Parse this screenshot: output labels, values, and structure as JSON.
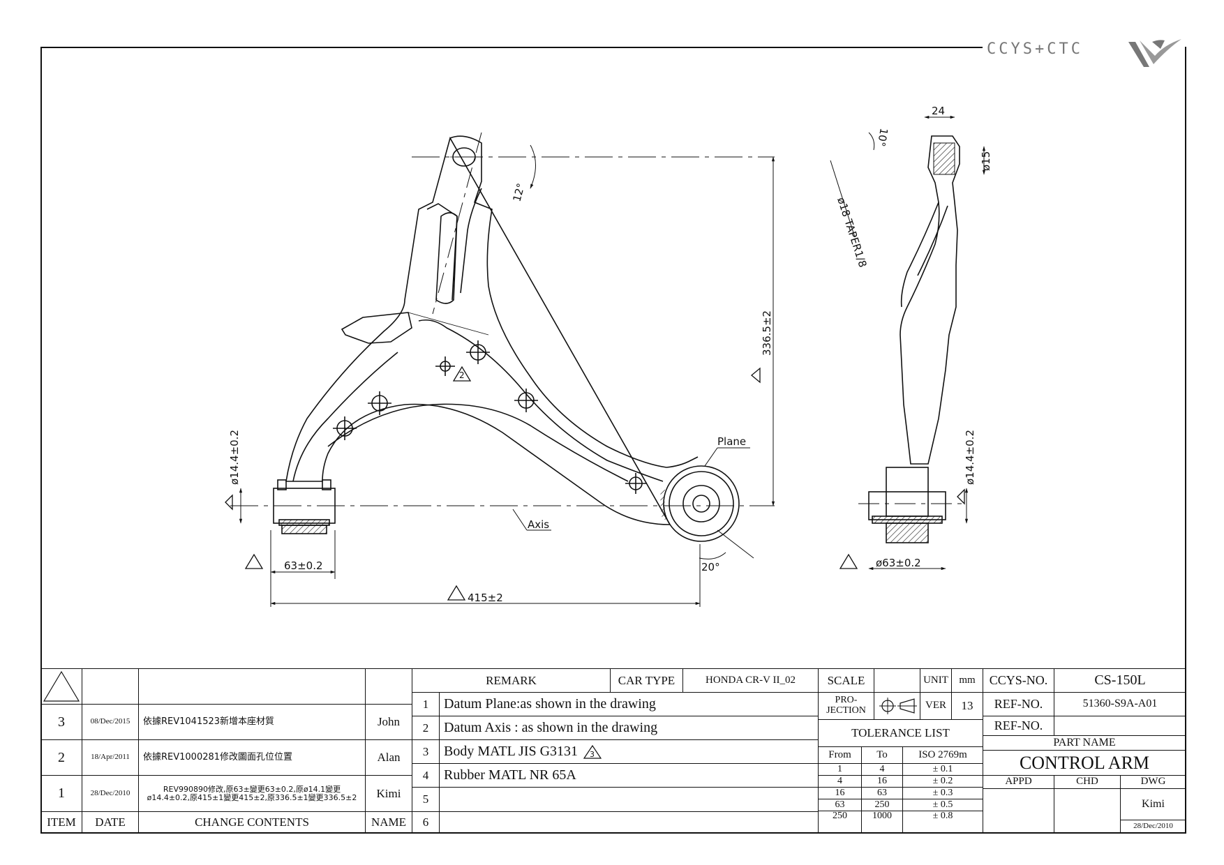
{
  "brand": {
    "logo_text": "CCYS+CTC"
  },
  "drawing": {
    "dims": {
      "d_63": "63±0.2",
      "d_415": "415±2",
      "d_336": "336.5±2",
      "d_144_left": "ø14.4±0.2",
      "d_144_right": "ø14.4±0.2",
      "d_63_dia": "ø63±0.2",
      "d_24": "24",
      "d_15": "ø15",
      "taper": "ø18 TAPER1/8",
      "angle_12": "12°",
      "angle_10": "10°",
      "angle_20": "20°",
      "plane": "Plane",
      "axis": "Axis",
      "rev_mark": "2"
    }
  },
  "titleblock": {
    "revisions": [
      {
        "item": "3",
        "date": "08/Dec/2015",
        "contents": "依據REV1041523新增本座材質",
        "name": "John"
      },
      {
        "item": "2",
        "date": "18/Apr/2011",
        "contents": "依據REV1000281修改圖面孔位位置",
        "name": "Alan"
      },
      {
        "item": "1",
        "date": "28/Dec/2010",
        "contents_line1": "REV990890修改,原63±變更63±0.2,原ø14.1變更",
        "contents_line2": "ø14.4±0.2,原415±1變更415±2,原336.5±1變更336.5±2",
        "name": "Kimi"
      }
    ],
    "rev_headers": {
      "item": "ITEM",
      "date": "DATE",
      "contents": "CHANGE CONTENTS",
      "name": "NAME"
    },
    "remark_header": "REMARK",
    "car_type_label": "CAR TYPE",
    "car_type_value": "HONDA CR-V II_02",
    "remarks": [
      {
        "no": "1",
        "text": "Datum Plane:as shown in the drawing"
      },
      {
        "no": "2",
        "text": "Datum Axis : as shown in the drawing"
      },
      {
        "no": "3",
        "text": "Body MATL JIS G3131",
        "mark": "3"
      },
      {
        "no": "4",
        "text": "Rubber MATL NR 65A"
      },
      {
        "no": "5",
        "text": ""
      },
      {
        "no": "6",
        "text": ""
      }
    ],
    "scale_label": "SCALE",
    "unit_label": "UNIT",
    "unit_value": "mm",
    "projection_label_1": "PRO-",
    "projection_label_2": "JECTION",
    "ver_label": "VER",
    "ver_value": "13",
    "tolerance_title": "TOLERANCE LIST",
    "tolerance_headers": {
      "from": "From",
      "to": "To",
      "std": "ISO 2769m"
    },
    "tolerance_rows": [
      {
        "from": "1",
        "to": "4",
        "tol": "± 0.1"
      },
      {
        "from": "4",
        "to": "16",
        "tol": "± 0.2"
      },
      {
        "from": "16",
        "to": "63",
        "tol": "± 0.3"
      },
      {
        "from": "63",
        "to": "250",
        "tol": "± 0.5"
      },
      {
        "from": "250",
        "to": "1000",
        "tol": "± 0.8"
      }
    ],
    "ccys_no_label": "CCYS-NO.",
    "ccys_no_value": "CS-150L",
    "ref_no_label": "REF-NO.",
    "ref_no_value": "51360-S9A-A01",
    "ref_no2_label": "REF-NO.",
    "ref_no2_value": "",
    "part_name_label": "PART NAME",
    "part_name_value": "CONTROL ARM",
    "appd_label": "APPD",
    "chd_label": "CHD",
    "dwg_label": "DWG",
    "dwg_value": "Kimi",
    "dwg_date": "28/Dec/2010"
  }
}
